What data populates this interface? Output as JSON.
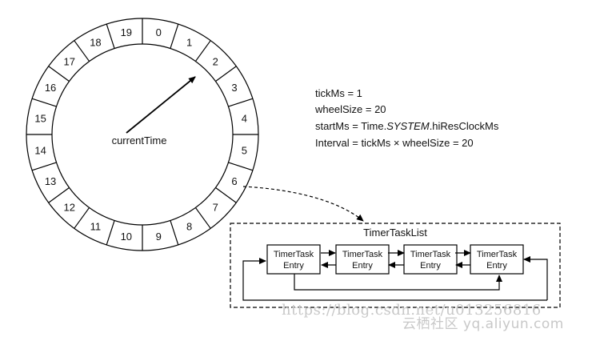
{
  "wheel": {
    "slots": [
      "0",
      "1",
      "2",
      "3",
      "4",
      "5",
      "6",
      "7",
      "8",
      "9",
      "10",
      "11",
      "12",
      "13",
      "14",
      "15",
      "16",
      "17",
      "18",
      "19"
    ],
    "pointer_label": "currentTime"
  },
  "params": {
    "tick_ms": "tickMs = 1",
    "wheel_size": "wheelSize = 20",
    "start_ms_prefix": "startMs = Time.",
    "start_ms_italic": "SYSTEM",
    "start_ms_suffix": ".hiResClockMs",
    "interval": "Interval = tickMs × wheelSize = 20"
  },
  "task_list": {
    "title": "TimerTaskList",
    "entries": [
      {
        "line1": "TimerTask",
        "line2": "Entry"
      },
      {
        "line1": "TimerTask",
        "line2": "Entry"
      },
      {
        "line1": "TimerTask",
        "line2": "Entry"
      },
      {
        "line1": "TimerTask",
        "line2": "Entry"
      }
    ]
  },
  "watermarks": {
    "url": "https://blog.csdn.net/u013256816",
    "site": "云栖社区 yq.aliyun.com"
  }
}
